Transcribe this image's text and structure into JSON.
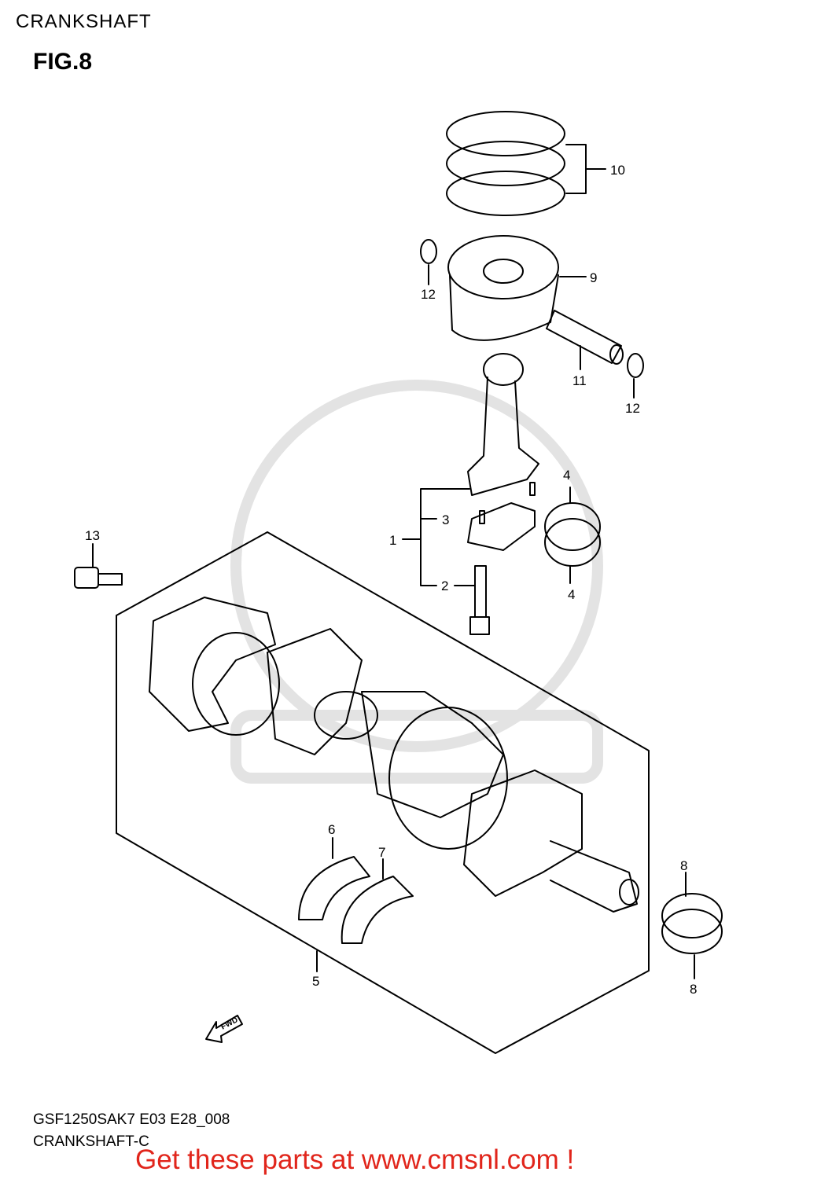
{
  "header": {
    "title": "CRANKSHAFT"
  },
  "figure": {
    "label": "FIG.8"
  },
  "callouts": [
    {
      "id": "c10",
      "text": "10"
    },
    {
      "id": "c9",
      "text": "9"
    },
    {
      "id": "c12a",
      "text": "12"
    },
    {
      "id": "c11",
      "text": "11"
    },
    {
      "id": "c12b",
      "text": "12"
    },
    {
      "id": "c4a",
      "text": "4"
    },
    {
      "id": "c3",
      "text": "3"
    },
    {
      "id": "c1",
      "text": "1"
    },
    {
      "id": "c2",
      "text": "2"
    },
    {
      "id": "c4b",
      "text": "4"
    },
    {
      "id": "c13",
      "text": "13"
    },
    {
      "id": "c6",
      "text": "6"
    },
    {
      "id": "c7",
      "text": "7"
    },
    {
      "id": "c8a",
      "text": "8"
    },
    {
      "id": "c8b",
      "text": "8"
    },
    {
      "id": "c5",
      "text": "5"
    }
  ],
  "fwd_arrow": {
    "text": "FWD"
  },
  "footer": {
    "model_code": "GSF1250SAK7 E03 E28_008",
    "section_code": "CRANKSHAFT-C",
    "promo": "Get these parts at www.cmsnl.com !"
  },
  "colors": {
    "promo": "#e1251b",
    "line": "#000000",
    "watermark": "#e3e3e3"
  }
}
